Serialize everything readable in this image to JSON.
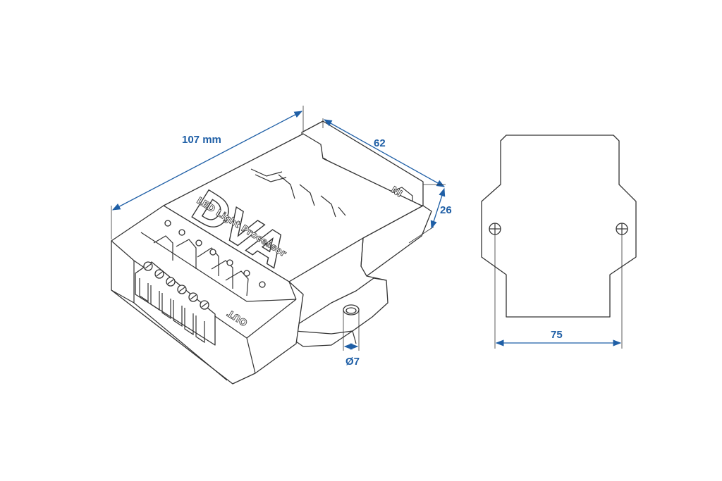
{
  "device": {
    "logo_text": "DVA",
    "product_label": "LED Light Processor",
    "out_label": "OUT",
    "in_label": "IN"
  },
  "dimensions": {
    "length": "107 mm",
    "width": "62",
    "height": "26",
    "hole_diameter": "Ø7",
    "hole_spacing": "75"
  },
  "colors": {
    "dimension_blue": "#1f5fa6",
    "outline": "#333333"
  }
}
